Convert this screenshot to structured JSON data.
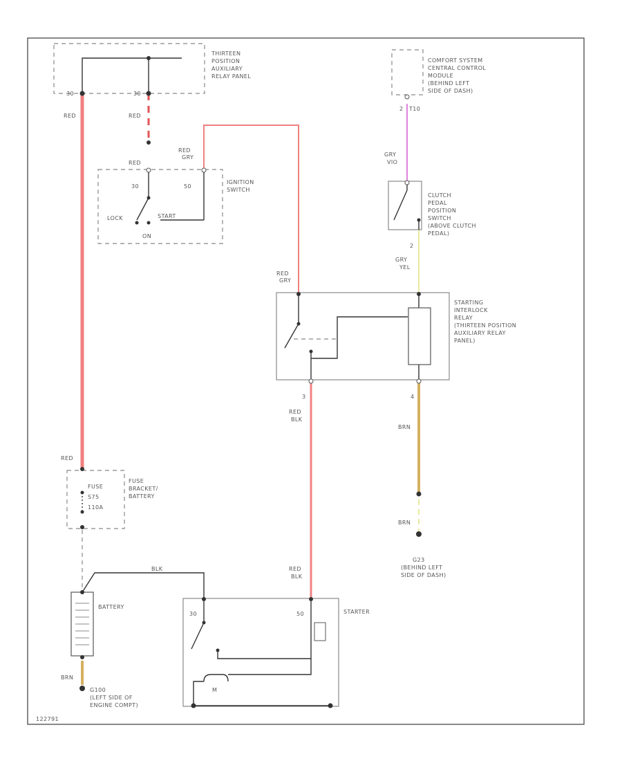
{
  "colors": {
    "red_wire": "#f08080",
    "red_dash": "#e05555",
    "pink_wire": "#e080e0",
    "yellow_wire": "#e8e8a0",
    "brown_wire": "#d4b060",
    "line": "#333333",
    "dashed_box": "#888888"
  },
  "components": {
    "aux_panel_top": [
      "THIRTEEN",
      "POSITION",
      "AUXILIARY",
      "RELAY PANEL"
    ],
    "ignition_switch": [
      "IGNITION",
      "SWITCH"
    ],
    "comfort_module": [
      "COMFORT SYSTEM",
      "CENTRAL CONTROL",
      "MODULE",
      "(BEHIND LEFT",
      "SIDE OF DASH)"
    ],
    "clutch_switch": [
      "CLUTCH",
      "PEDAL",
      "POSITION",
      "SWITCH",
      "(ABOVE CLUTCH",
      "PEDAL)"
    ],
    "interlock_relay": [
      "STARTING",
      "INTERLOCK",
      "RELAY",
      "(THIRTEEN POSITION",
      "AUXILIARY RELAY",
      "PANEL)"
    ],
    "fuse_bracket": [
      "FUSE",
      "BRACKET/",
      "BATTERY"
    ],
    "battery": "BATTERY",
    "starter": "STARTER",
    "ground_g23": [
      "G23",
      "(BEHIND LEFT",
      "SIDE OF DASH)"
    ],
    "ground_g100": [
      "G100",
      "(LEFT SIDE OF",
      "ENGINE COMPT)"
    ]
  },
  "switch_labels": {
    "lock": "LOCK",
    "start": "START",
    "on": "ON"
  },
  "pins": {
    "aux_30": "30",
    "aux_30b": "30",
    "ign_30": "30",
    "ign_50": "50",
    "comfort_t10": "T10",
    "comfort_2": "2",
    "clutch_2": "2",
    "relay_3": "3",
    "relay_4": "4",
    "fuse_label_a": "FUSE",
    "fuse_label_b": "S75",
    "fuse_label_c": "110A",
    "starter_30": "30",
    "starter_50": "50",
    "starter_m": "M"
  },
  "wire_labels": {
    "red_left_top": "RED",
    "red_mid": "RED",
    "red_ign_in": "RED",
    "red_gry_ign_out": "RED",
    "red_gry_ign_out_b": "GRY",
    "gry_vio": "GRY",
    "gry_vio_b": "VIO",
    "gry_yel": "GRY",
    "gry_yel_b": "YEL",
    "red_gry_relay": "RED",
    "red_gry_relay_b": "GRY",
    "red_blk_relay": "RED",
    "red_blk_relay_b": "BLK",
    "brn_relay": "BRN",
    "brn_ground": "BRN",
    "red_fuse": "RED",
    "blk_battery": "BLK",
    "red_blk_starter": "RED",
    "red_blk_starter_b": "BLK",
    "brn_battery": "BRN"
  },
  "figure_id": "122791"
}
